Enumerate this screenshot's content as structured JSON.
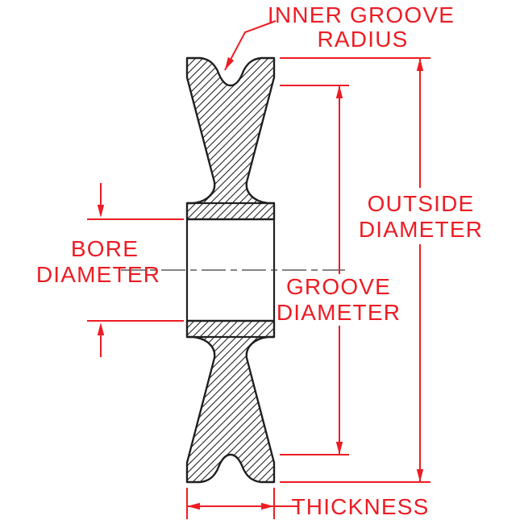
{
  "diagram": {
    "background_color": "#ffffff",
    "dimension_color": "#ed1c24",
    "outline_color": "#1f1f1f",
    "labels": {
      "inner_groove_radius": [
        "INNER GROOVE",
        "RADIUS"
      ],
      "outside_diameter": [
        "OUTSIDE",
        "DIAMETER"
      ],
      "bore_diameter": [
        "BORE",
        "DIAMETER"
      ],
      "groove_diameter": [
        "GROOVE",
        "DIAMETER"
      ],
      "thickness": [
        "THICKNESS"
      ]
    }
  }
}
